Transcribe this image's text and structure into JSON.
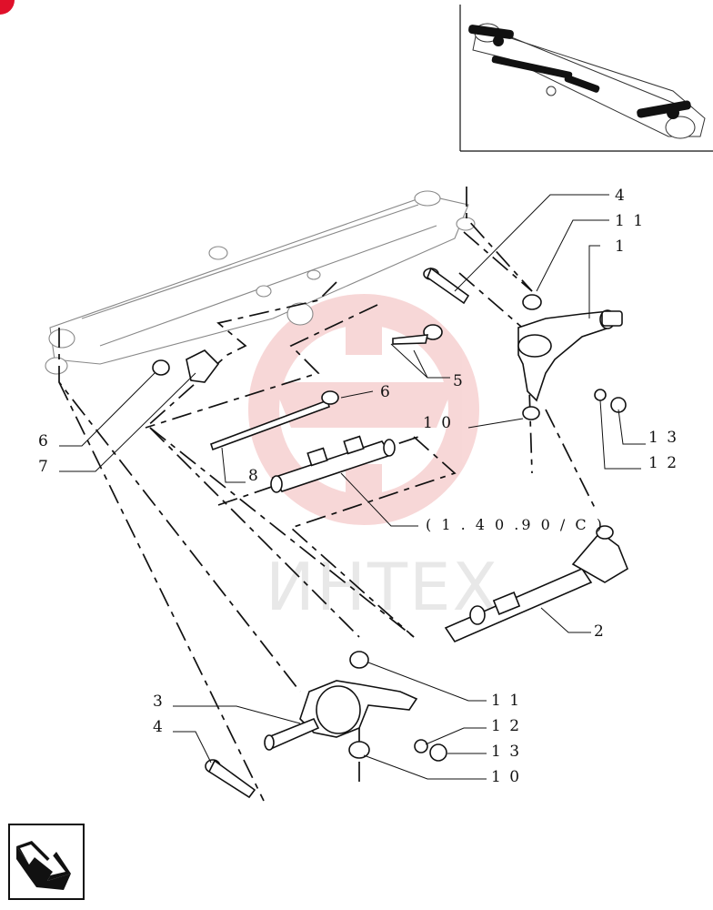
{
  "diagram": {
    "callouts": [
      {
        "id": "c4_top",
        "text": "4"
      },
      {
        "id": "c11_top",
        "text": "1 1"
      },
      {
        "id": "c1",
        "text": "1"
      },
      {
        "id": "c5",
        "text": "5"
      },
      {
        "id": "c6_mid",
        "text": "6"
      },
      {
        "id": "c10_mid",
        "text": "1 0"
      },
      {
        "id": "c13_mid",
        "text": "1 3"
      },
      {
        "id": "c12_mid",
        "text": "1 2"
      },
      {
        "id": "c6_left",
        "text": "6"
      },
      {
        "id": "c7",
        "text": "7"
      },
      {
        "id": "c8",
        "text": "8"
      },
      {
        "id": "c2",
        "text": "2"
      },
      {
        "id": "c11_bot",
        "text": "1 1"
      },
      {
        "id": "c3",
        "text": "3"
      },
      {
        "id": "c4_bot",
        "text": "4"
      },
      {
        "id": "c12_bot",
        "text": "1 2"
      },
      {
        "id": "c13_bot",
        "text": "1 3"
      },
      {
        "id": "c10_bot",
        "text": "1 0"
      }
    ],
    "reference": "( 1 . 4 0 .9 0 / C )",
    "watermark_text": "ИНТЕХ",
    "colors": {
      "line": "#111111",
      "ghost": "#888888",
      "watermark": "#f2b8b8",
      "badge": "#e0102a"
    }
  }
}
